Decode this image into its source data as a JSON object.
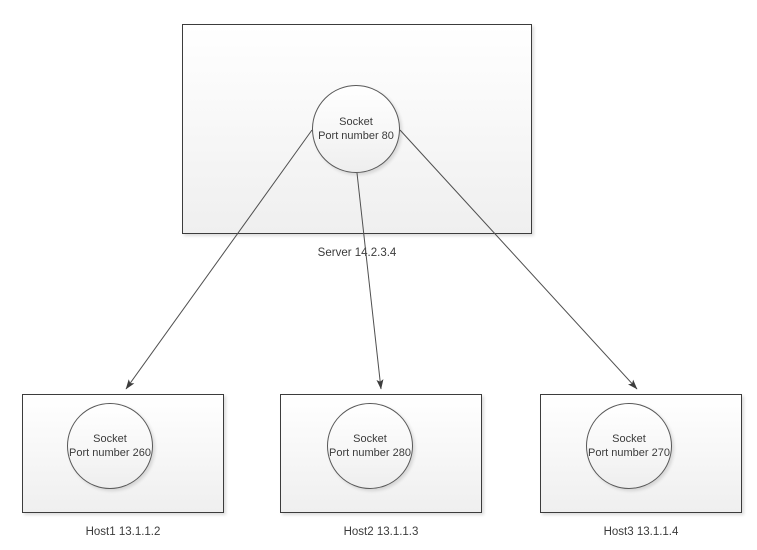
{
  "diagram": {
    "server": {
      "label": "Server 14.2.3.4",
      "socket": {
        "title": "Socket",
        "port": "Port number 80"
      }
    },
    "hosts": [
      {
        "label": "Host1 13.1.1.2",
        "socket": {
          "title": "Socket",
          "port": "Port number 260"
        }
      },
      {
        "label": "Host2 13.1.1.3",
        "socket": {
          "title": "Socket",
          "port": "Port number 280"
        }
      },
      {
        "label": "Host3 13.1.1.4",
        "socket": {
          "title": "Socket",
          "port": "Port number 270"
        }
      }
    ],
    "arrows": [
      {
        "from": "server-socket-port-80",
        "to": "host1-socket-port-260"
      },
      {
        "from": "server-socket-port-80",
        "to": "host2-socket-port-280"
      },
      {
        "from": "server-socket-port-80",
        "to": "host3-socket-port-270"
      }
    ],
    "colors": {
      "background": "#ffffff",
      "box_border": "#3c3c3c",
      "circle_border": "#585858",
      "connector_line": "#4f4f4f",
      "text": "#3b3b3b",
      "fill_top": "#ffffff",
      "fill_bottom": "#efefef"
    }
  }
}
